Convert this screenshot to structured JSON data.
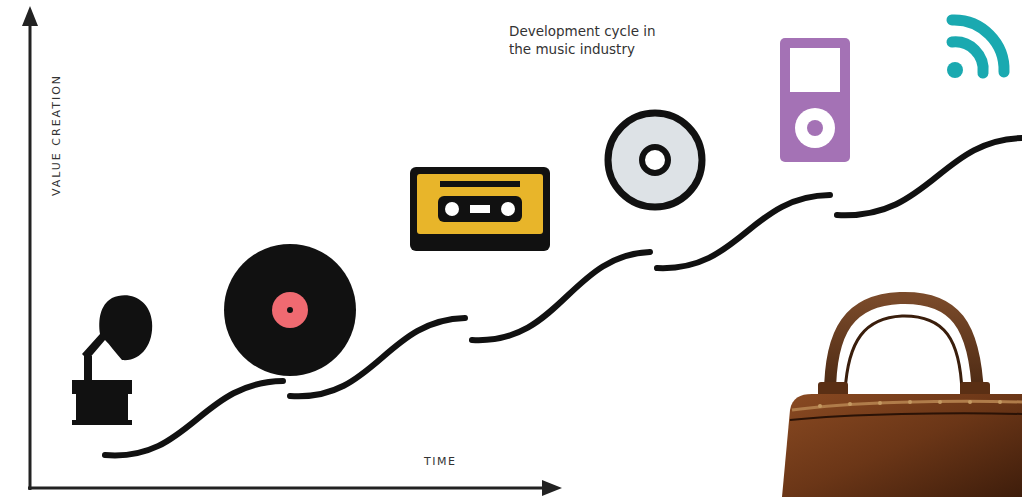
{
  "diagram": {
    "labels": [
      "VALUE CREATION",
      "TIME",
      "Development cycle in the music industry"
    ]
  }
}
